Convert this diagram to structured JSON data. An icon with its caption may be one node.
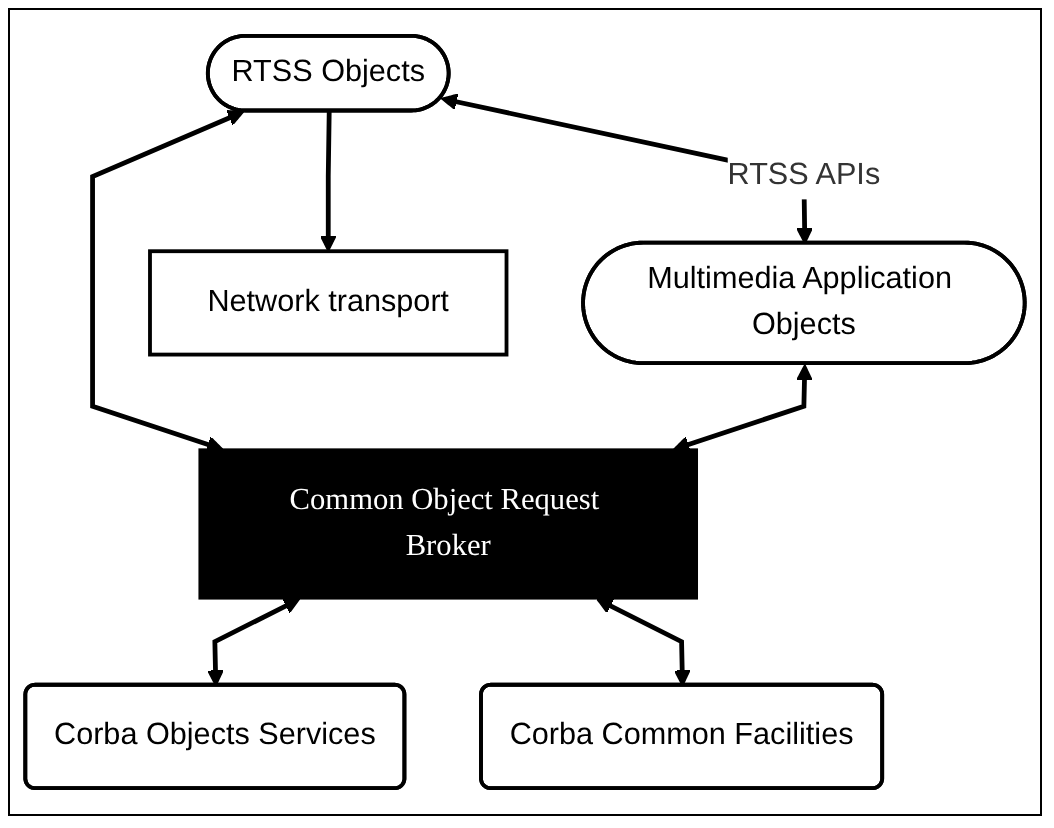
{
  "diagram": {
    "nodes": [
      {
        "text": [
          "RTSS Objects"
        ]
      },
      {
        "text": [
          "Multimedia Application Objects"
        ]
      },
      {
        "text": [
          "Common Object Request Broker"
        ]
      },
      {
        "text": [
          "Corba Objects Services"
        ]
      },
      {
        "text": [
          "Network transport"
        ]
      },
      {
        "text": [
          "Corba Common Facilities"
        ]
      }
    ],
    "edges": [
      {
        "from": 0,
        "to": 1,
        "arrow": "both",
        "label": "RTSS APIs"
      },
      {
        "from": 0,
        "to": 2,
        "arrow": "both"
      },
      {
        "from": 1,
        "to": 2,
        "arrow": "both"
      },
      {
        "from": 2,
        "to": 3,
        "arrow": "both"
      },
      {
        "from": 0,
        "to": 4,
        "arrow": "to"
      },
      {
        "from": 2,
        "to": 5,
        "arrow": "both"
      }
    ]
  }
}
